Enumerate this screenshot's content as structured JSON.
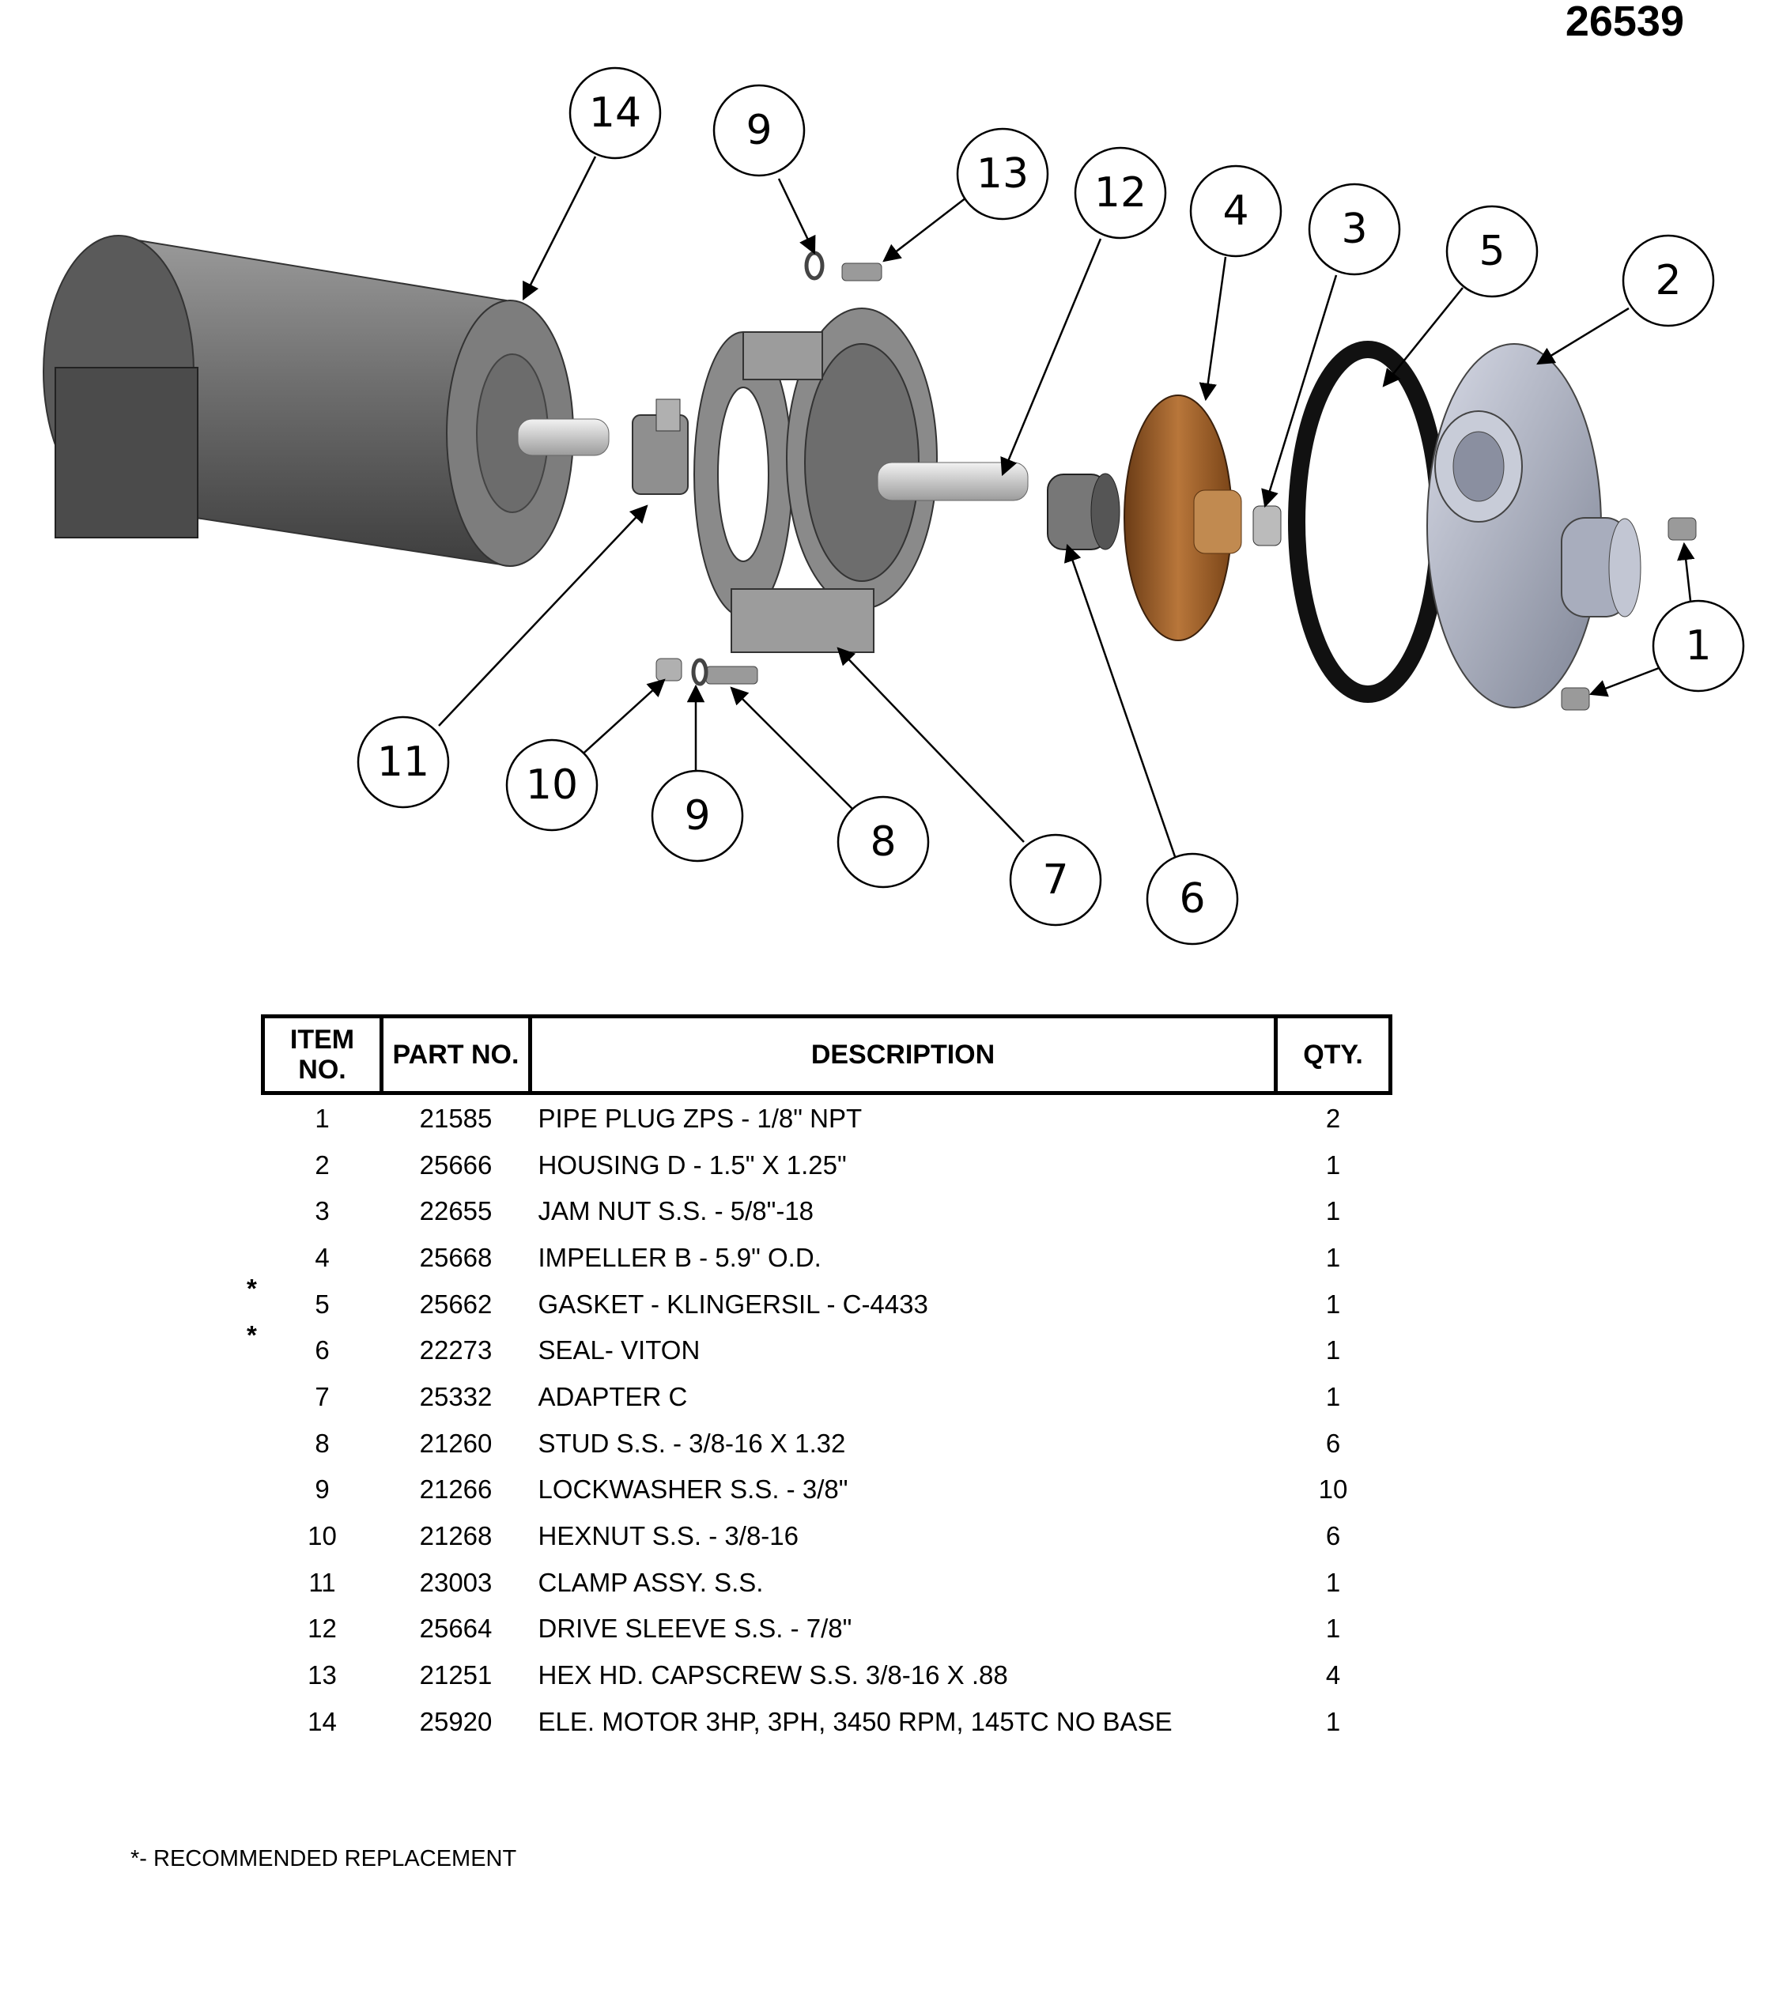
{
  "drawing_number": "26539",
  "callouts": [
    "14",
    "9",
    "13",
    "12",
    "4",
    "3",
    "5",
    "2",
    "1",
    "11",
    "10",
    "9",
    "8",
    "7",
    "6"
  ],
  "table": {
    "headers": {
      "item": "ITEM NO.",
      "part": "PART NO.",
      "description": "DESCRIPTION",
      "qty": "QTY."
    },
    "rows": [
      {
        "item": "1",
        "part": "21585",
        "description": "PIPE PLUG ZPS - 1/8\" NPT",
        "qty": "2",
        "mark": ""
      },
      {
        "item": "2",
        "part": "25666",
        "description": "HOUSING D - 1.5\" X 1.25\"",
        "qty": "1",
        "mark": ""
      },
      {
        "item": "3",
        "part": "22655",
        "description": "JAM NUT S.S. - 5/8\"-18",
        "qty": "1",
        "mark": ""
      },
      {
        "item": "4",
        "part": "25668",
        "description": "IMPELLER B - 5.9\" O.D.",
        "qty": "1",
        "mark": ""
      },
      {
        "item": "5",
        "part": "25662",
        "description": "GASKET - KLINGERSIL - C-4433",
        "qty": "1",
        "mark": "*"
      },
      {
        "item": "6",
        "part": "22273",
        "description": "SEAL- VITON",
        "qty": "1",
        "mark": "*"
      },
      {
        "item": "7",
        "part": "25332",
        "description": "ADAPTER C",
        "qty": "1",
        "mark": ""
      },
      {
        "item": "8",
        "part": "21260",
        "description": "STUD S.S. - 3/8-16 X 1.32",
        "qty": "6",
        "mark": ""
      },
      {
        "item": "9",
        "part": "21266",
        "description": "LOCKWASHER S.S. -  3/8\"",
        "qty": "10",
        "mark": ""
      },
      {
        "item": "10",
        "part": "21268",
        "description": "HEXNUT S.S. - 3/8-16",
        "qty": "6",
        "mark": ""
      },
      {
        "item": "11",
        "part": "23003",
        "description": "CLAMP ASSY. S.S.",
        "qty": "1",
        "mark": ""
      },
      {
        "item": "12",
        "part": "25664",
        "description": "DRIVE SLEEVE S.S. - 7/8\"",
        "qty": "1",
        "mark": ""
      },
      {
        "item": "13",
        "part": "21251",
        "description": "HEX HD. CAPSCREW S.S. 3/8-16 X .88",
        "qty": "4",
        "mark": ""
      },
      {
        "item": "14",
        "part": "25920",
        "description": "ELE. MOTOR 3HP, 3PH, 3450 RPM, 145TC NO BASE",
        "qty": "1",
        "mark": ""
      }
    ]
  },
  "footnote": "*- RECOMMENDED REPLACEMENT",
  "colors": {
    "motor": "#6b6b6b",
    "adapter": "#8a8a8a",
    "impeller": "#a0622e",
    "housing": "#b7bccb",
    "gasket": "#111111"
  }
}
